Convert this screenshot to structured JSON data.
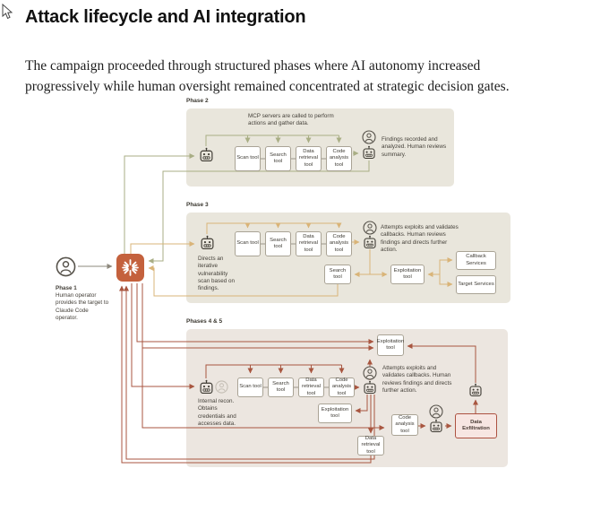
{
  "page": {
    "title": "Attack lifecycle and AI integration",
    "intro": "The campaign proceeded through structured phases where AI autonomy increased progressively while human oversight remained concentrated at strategic decision gates."
  },
  "colors": {
    "claude_accent": "#c4613d",
    "phase2_line": "#a9ae85",
    "phase3_line": "#d9b478",
    "phase45_line": "#a85640",
    "panel_beige": "#e9e6dc",
    "panel_rose": "#ece6e0",
    "exfil_bg": "#f7e6e2",
    "exfil_border": "#ad5241"
  },
  "icons": {
    "cursor": "cursor-icon",
    "human": "person-icon",
    "agent": "robot-icon",
    "claude": "claude-spark-icon"
  },
  "phase1": {
    "label": "Phase 1",
    "description": "Human operator provides the target to Claude Code operator."
  },
  "phase2": {
    "label": "Phase 2",
    "caption": "MCP servers are called to perform actions and gather data.",
    "tools": [
      "Scan tool",
      "Search tool",
      "Data retrieval tool",
      "Code analysis tool"
    ],
    "outcome": "Findings recorded and analyzed. Human reviews summary."
  },
  "phase3": {
    "label": "Phase 3",
    "agent_note": "Directs an iterative vulnerability scan based on findings.",
    "tools": [
      "Scan tool",
      "Search tool",
      "Data retrieval tool",
      "Code analysis tool"
    ],
    "outcome": "Attempts exploits and validates callbacks. Human reviews findings and directs further action.",
    "search_tool": "Search tool",
    "exploitation_tool": "Exploitation tool",
    "services": [
      "Callback Services",
      "Target Services"
    ]
  },
  "phase45": {
    "label": "Phases 4 & 5",
    "agent_note": "Internal recon. Obtains credentials and accesses data.",
    "tools": [
      "Scan tool",
      "Search tool",
      "Data retrieval tool",
      "Code analysis tool"
    ],
    "outcome": "Attempts exploits and validates callbacks. Human reviews findings and directs further action.",
    "exploitation_tool_top": "Exploitation tool",
    "exploitation_tool": "Exploitation tool",
    "data_retrieval_tool": "Data retrieval tool",
    "code_analysis_tool": "Code analysis tool",
    "data_exfiltration": "Data Exfiltration"
  }
}
